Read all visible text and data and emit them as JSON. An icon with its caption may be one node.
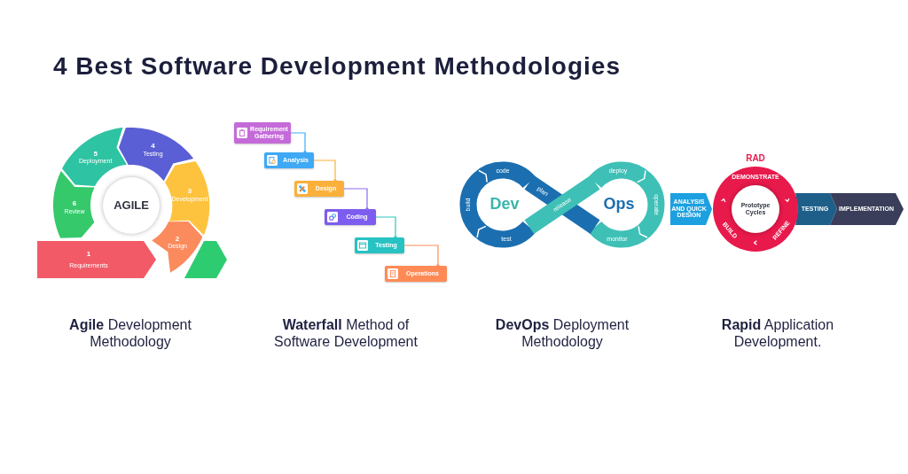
{
  "diagram": {
    "title": "4 Best Software Development Methodologies",
    "nodes": [
      {
        "text": [
          "AGILE"
        ]
      },
      {
        "text": [
          "1",
          "Requirements"
        ]
      },
      {
        "text": [
          "2",
          "Design"
        ]
      },
      {
        "text": [
          "3",
          "Development"
        ]
      },
      {
        "text": [
          "4",
          "Testing"
        ]
      },
      {
        "text": [
          "5",
          "Deployment"
        ]
      },
      {
        "text": [
          "6",
          "Review"
        ]
      },
      {
        "text": [
          "Requirement Gathering"
        ]
      },
      {
        "text": [
          "Analysis"
        ]
      },
      {
        "text": [
          "Design"
        ]
      },
      {
        "text": [
          "Coding"
        ]
      },
      {
        "text": [
          "Testing"
        ]
      },
      {
        "text": [
          "Operations"
        ]
      },
      {
        "text": [
          "ANALYSIS AND QUICK DESIGN"
        ]
      },
      {
        "text": [
          "DEMONSTRATE",
          "REFINE",
          "BUILD"
        ]
      },
      {
        "text": [
          "Prototype Cycles"
        ],
        "in": 14
      },
      {
        "text": [
          "TESTING"
        ]
      },
      {
        "text": [
          "IMPLEMENTATION"
        ]
      }
    ],
    "edges": [
      {
        "from": 7,
        "to": 8,
        "arrow": "other",
        "color": "#3fa9f5"
      },
      {
        "from": 8,
        "to": 9,
        "arrow": "other",
        "color": "#fbb03b"
      },
      {
        "from": 9,
        "to": 10,
        "arrow": "other",
        "color": "#8b6cf2"
      },
      {
        "from": 10,
        "to": 11,
        "arrow": "other",
        "color": "#2ec6c0"
      },
      {
        "from": 11,
        "to": 12,
        "arrow": "other",
        "color": "#ff8c5a"
      }
    ],
    "labels": [
      "code",
      "plan",
      "deploy",
      "build",
      "Dev",
      "release",
      "Ops",
      "operate",
      "test",
      "monitor",
      "RAD",
      "**Agile** Development Methodology",
      "**Waterfall** Method of Software Development",
      "**DevOps** Deployment Methodology",
      "**Rapid** Application Development."
    ]
  }
}
